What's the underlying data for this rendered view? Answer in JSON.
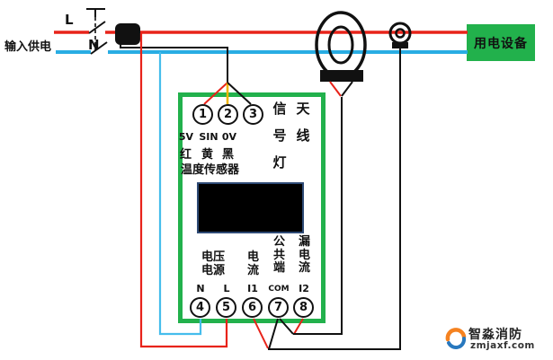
{
  "colors": {
    "line_red": "#e8231a",
    "line_blue": "#29ade3",
    "tap_blue": "#45bdec",
    "wire_yellow": "#f0b400",
    "wire_black": "#111111",
    "green": "#22b14c",
    "display_border": "#2e4a75",
    "logo_orange": "#f58220",
    "logo_blue": "#2878be"
  },
  "labels": {
    "input_power": "输入供电",
    "line_l": "L",
    "line_n": "N",
    "load_box": "用电设备"
  },
  "device": {
    "top_terminals": [
      {
        "num": "1",
        "pin": "5V",
        "wire": "红"
      },
      {
        "num": "2",
        "pin": "SIN",
        "wire": "黄"
      },
      {
        "num": "3",
        "pin": "0V",
        "wire": "黑"
      }
    ],
    "sensor_label": "温度传感器",
    "signal_lamp": "信号灯",
    "antenna": "天线",
    "voltage_row1": "电压",
    "voltage_row2": "电源",
    "current_label": "电流",
    "common_label": "公共端",
    "leakage_label": "漏电流",
    "bottom_terminals": [
      {
        "num": "4",
        "pin": "N"
      },
      {
        "num": "5",
        "pin": "L"
      },
      {
        "num": "6",
        "pin": "I1"
      },
      {
        "num": "7",
        "pin": "COM"
      },
      {
        "num": "8",
        "pin": "I2"
      }
    ]
  },
  "logo": {
    "name": "智淼消防",
    "site": "zmjaxf.com"
  }
}
